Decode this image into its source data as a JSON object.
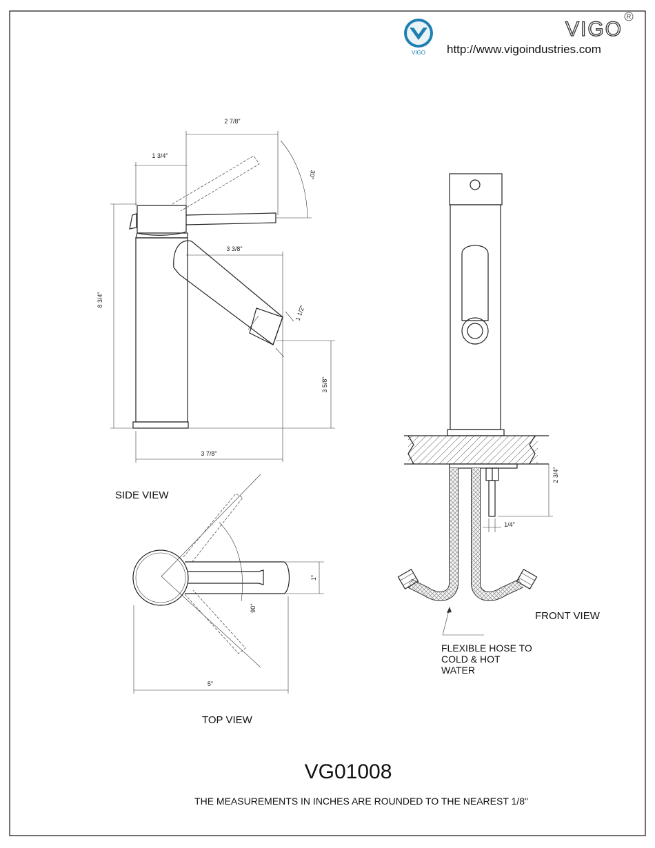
{
  "header": {
    "logo_caption": "VIGO",
    "brand": "VIGO",
    "registered_mark": "R",
    "url": "http://www.vigoindustries.com"
  },
  "side_view": {
    "label": "SIDE VIEW",
    "dims": {
      "handle_reach": "2 7/8\"",
      "handle_offset": "1 3/4\"",
      "handle_angle": "30°",
      "total_height": "8 3/4\"",
      "spout_reach": "3 3/8\"",
      "spout_diameter": "1 1/2\"",
      "spout_height": "3 5/8\"",
      "base_to_spout": "3 7/8\""
    }
  },
  "top_view": {
    "label": "TOP VIEW",
    "dims": {
      "spout_width": "1\"",
      "handle_angle": "90°",
      "total_length": "5\""
    }
  },
  "front_view": {
    "label": "FRONT VIEW",
    "dims": {
      "shank_length": "2 3/4\"",
      "rod_diameter": "1/4\""
    },
    "hose_note": [
      "FLEXIBLE HOSE TO",
      "COLD & HOT",
      "WATER"
    ]
  },
  "footer": {
    "model": "VG01008",
    "note": "THE MEASUREMENTS IN INCHES ARE ROUNDED TO THE NEAREST 1/8\""
  },
  "colors": {
    "logo_blue": "#1f7fb0",
    "line": "#222222"
  }
}
